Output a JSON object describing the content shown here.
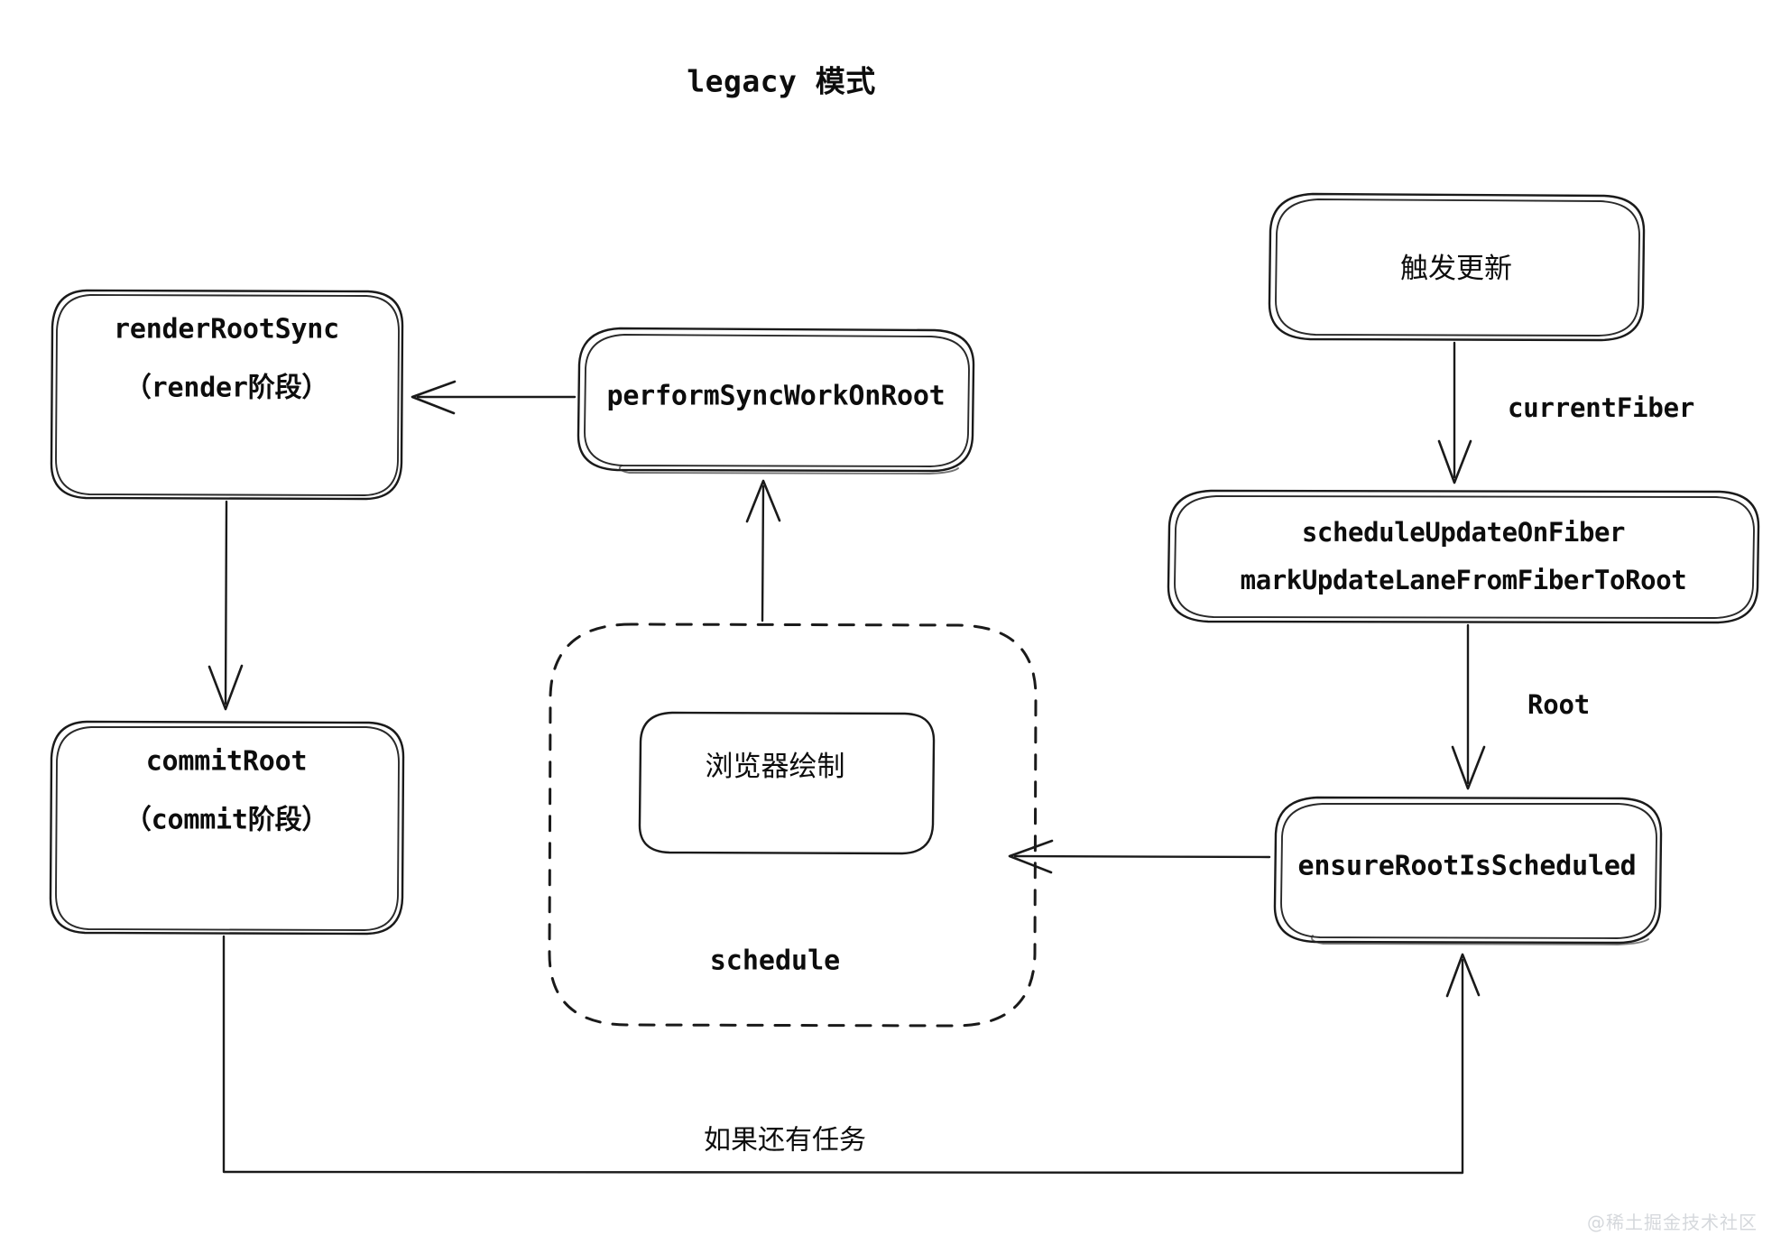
{
  "title": "legacy 模式",
  "watermark": "@稀土掘金技术社区",
  "nodes": {
    "render_root_sync": {
      "line1": "renderRootSync",
      "line2": "（render阶段）"
    },
    "commit_root": {
      "line1": "commitRoot",
      "line2": "（commit阶段）"
    },
    "perform_sync_work_on_root": {
      "label": "performSyncWorkOnRoot"
    },
    "browser_paint": {
      "label": "浏览器绘制"
    },
    "schedule_group": {
      "label": "schedule"
    },
    "trigger_update": {
      "label": "触发更新"
    },
    "schedule_update_on_fiber": {
      "line1": "scheduleUpdateOnFiber",
      "line2": "markUpdateLaneFromFiberToRoot"
    },
    "ensure_root_is_scheduled": {
      "label": "ensureRootIsScheduled"
    }
  },
  "edges": {
    "current_fiber": {
      "label": "currentFiber"
    },
    "root": {
      "label": "Root"
    },
    "has_more_work": {
      "label": "如果还有任务"
    }
  },
  "colors": {
    "stroke": "#1a1a1a",
    "background": "#ffffff",
    "watermark": "#d5d8dc"
  }
}
